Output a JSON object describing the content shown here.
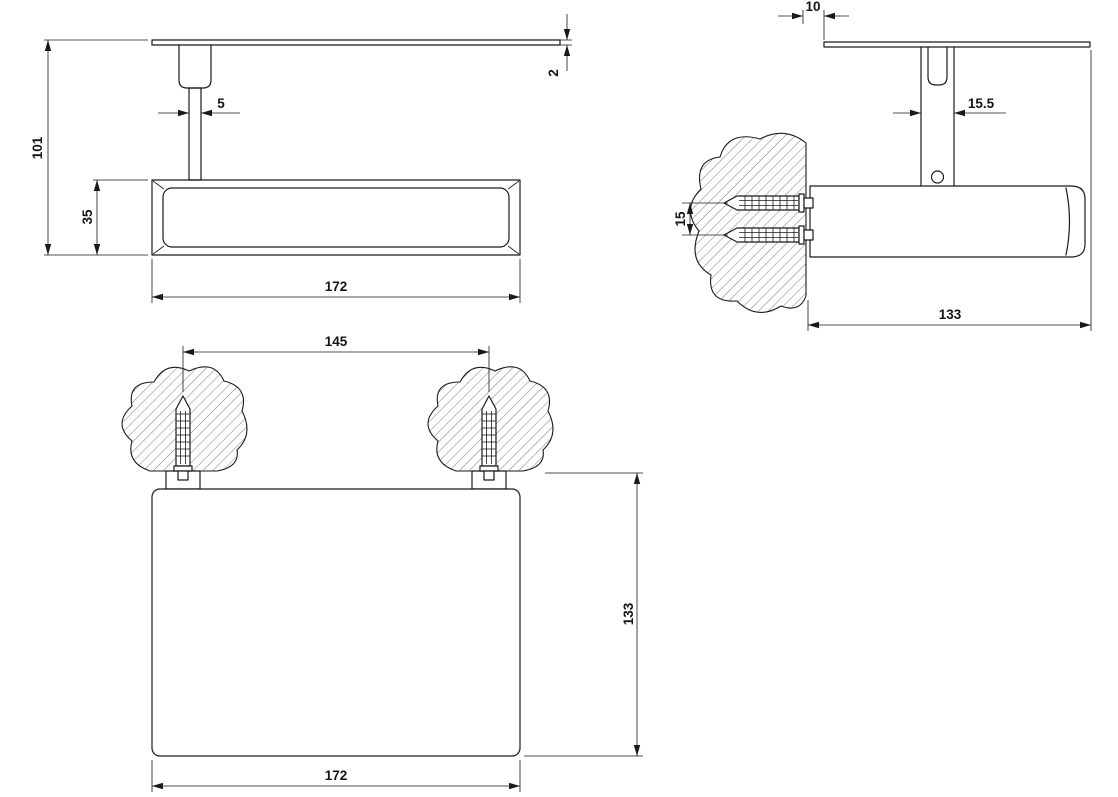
{
  "drawing": {
    "title": "wall-mounted shelf technical drawing",
    "dims": {
      "front_height": "101",
      "front_rail_height": "35",
      "front_post_width": "5",
      "front_shelf_thickness": "2",
      "front_width": "172",
      "side_top_offset": "10",
      "side_bracket_width": "15.5",
      "side_anchor_spacing": "15",
      "side_depth": "133",
      "plan_hole_spacing": "145",
      "plan_depth": "133",
      "plan_width": "172"
    }
  }
}
